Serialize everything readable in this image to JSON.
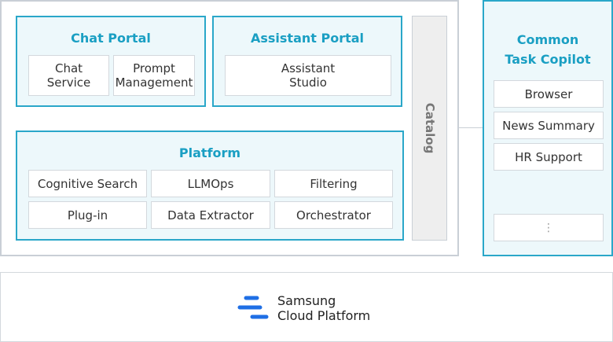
{
  "chat_portal": {
    "title": "Chat Portal",
    "items": [
      "Chat\nService",
      "Prompt\nManagement"
    ]
  },
  "assistant_portal": {
    "title": "Assistant Portal",
    "items": [
      "Assistant\nStudio"
    ]
  },
  "platform": {
    "title": "Platform",
    "items": [
      "Cognitive Search",
      "LLMOps",
      "Filtering",
      "Plug-in",
      "Data Extractor",
      "Orchestrator"
    ]
  },
  "catalog": {
    "label": "Catalog"
  },
  "copilot": {
    "title": "Common\nTask Copilot",
    "items": [
      "Browser",
      "News Summary",
      "HR Support"
    ],
    "more": "⋮"
  },
  "footer": {
    "logo_text": "Samsung\nCloud Platform",
    "logo_color": "#1f6fe5"
  },
  "colors": {
    "accent": "#1a9fc3",
    "panel_border": "#2aa7c9",
    "panel_fill": "#edf8fb"
  }
}
